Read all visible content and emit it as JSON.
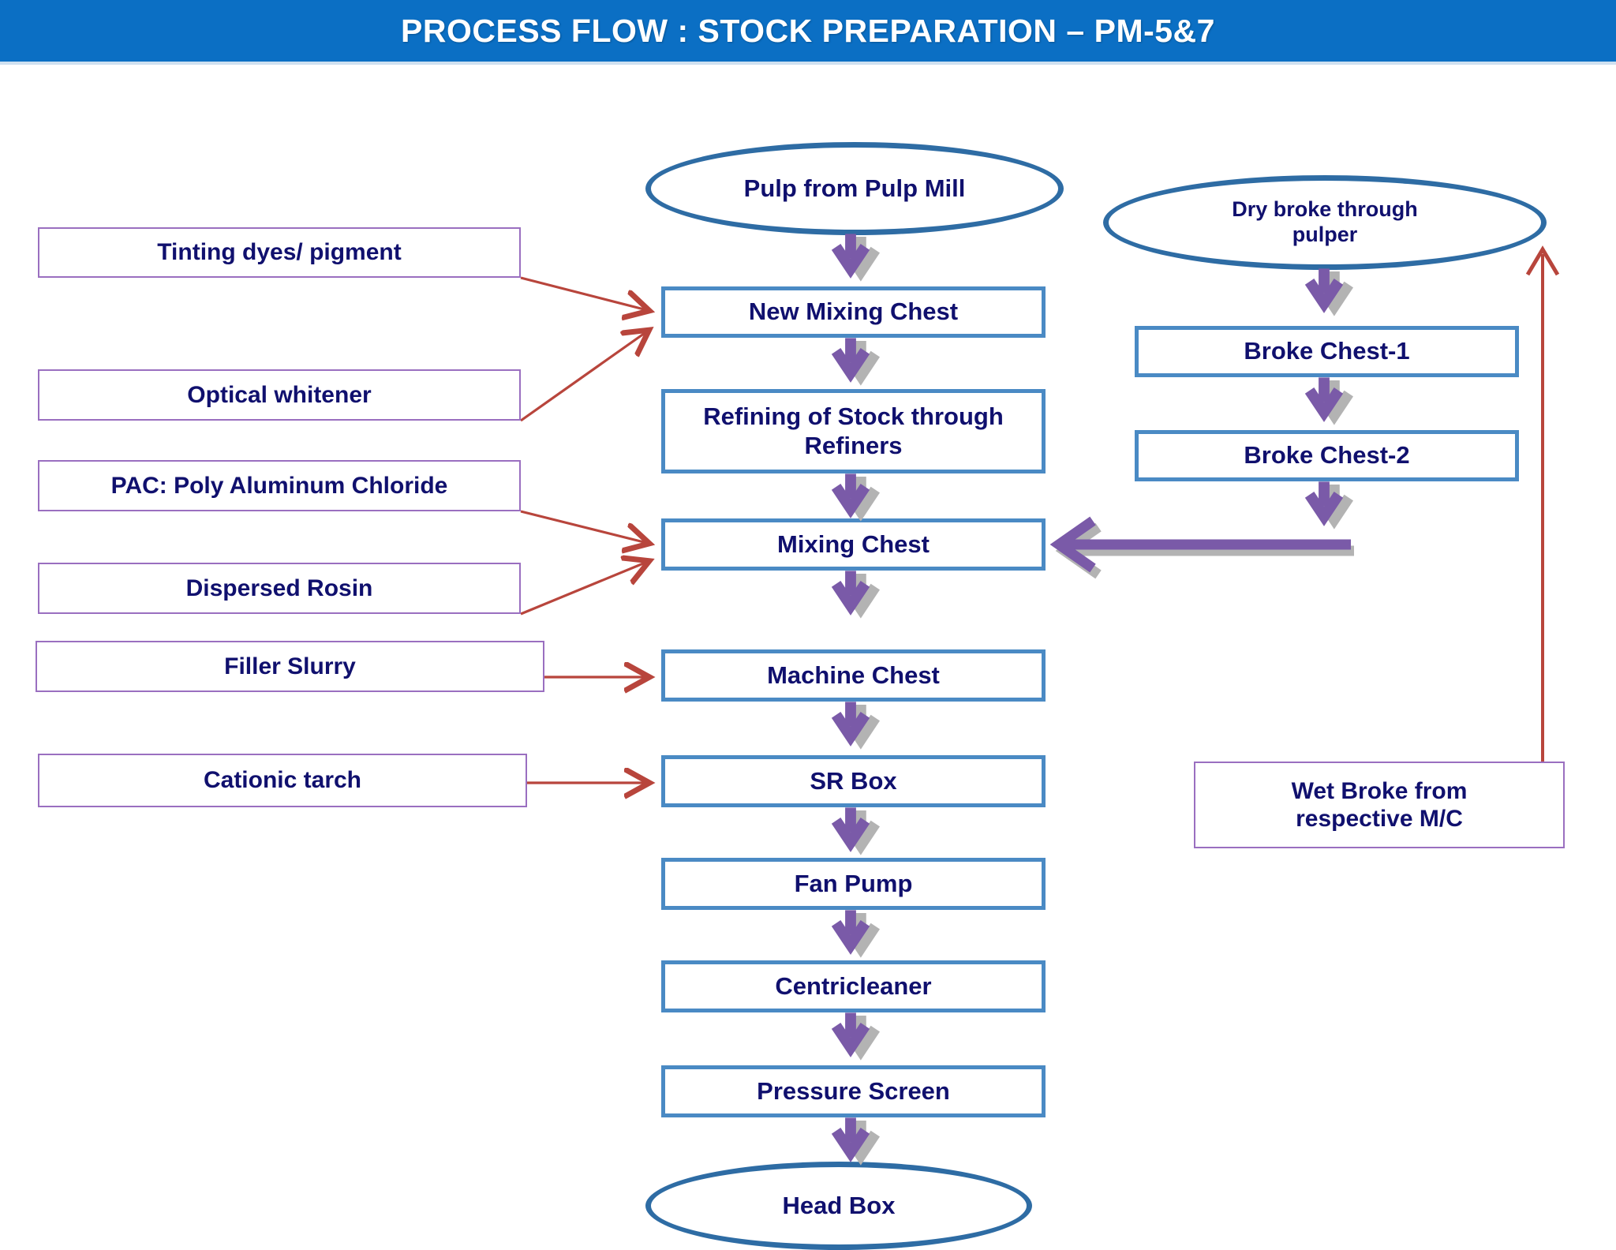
{
  "header": {
    "title": "PROCESS FLOW : STOCK PREPARATION – PM-5&7",
    "bar_color": "#0b6fc4",
    "text_color": "#ffffff"
  },
  "colors": {
    "process_box_border": "#4a8ac4",
    "additive_box_border": "#9a6fc0",
    "oval_border": "#2e6ca4",
    "node_text": "#10106e",
    "flow_arrow": "#7a5aa8",
    "flow_arrow_shadow": "#b3b3b3",
    "dosing_arrow": "#b8453c",
    "background": "#ffffff"
  },
  "additives": [
    {
      "label": "Tinting dyes/ pigment",
      "target": "New Mixing Chest"
    },
    {
      "label": "Optical whitener",
      "target": "New Mixing Chest"
    },
    {
      "label": "PAC: Poly Aluminum Chloride",
      "target": "Mixing Chest"
    },
    {
      "label": "Dispersed Rosin",
      "target": "Mixing Chest"
    },
    {
      "label": "Filler Slurry",
      "target": "Machine Chest"
    },
    {
      "label": "Cationic tarch",
      "target": "SR Box"
    }
  ],
  "main_line": {
    "source": {
      "label": "Pulp from Pulp Mill",
      "shape": "oval"
    },
    "steps": [
      {
        "label": "New Mixing Chest"
      },
      {
        "label": "Refining of Stock through\nRefiners"
      },
      {
        "label": "Mixing Chest"
      },
      {
        "label": "Machine Chest"
      },
      {
        "label": "SR Box"
      },
      {
        "label": "Fan Pump"
      },
      {
        "label": "Centricleaner"
      },
      {
        "label": "Pressure Screen"
      }
    ],
    "sink": {
      "label": "Head Box",
      "shape": "oval"
    }
  },
  "broke_line": {
    "source": {
      "label": "Dry broke through\npulper",
      "shape": "oval"
    },
    "steps": [
      {
        "label": "Broke Chest-1"
      },
      {
        "label": "Broke Chest-2"
      }
    ],
    "returns_to": "Mixing Chest"
  },
  "wet_broke": {
    "label": "Wet Broke from\nrespective M/C",
    "feeds": "Dry broke through pulper"
  },
  "connectors": {
    "flow": "purple-double-chevron-down",
    "dosing": "red-thin-arrow",
    "recycle": "purple-double-chevron-left",
    "wet_broke_return": "red-thin-arrow-up"
  }
}
